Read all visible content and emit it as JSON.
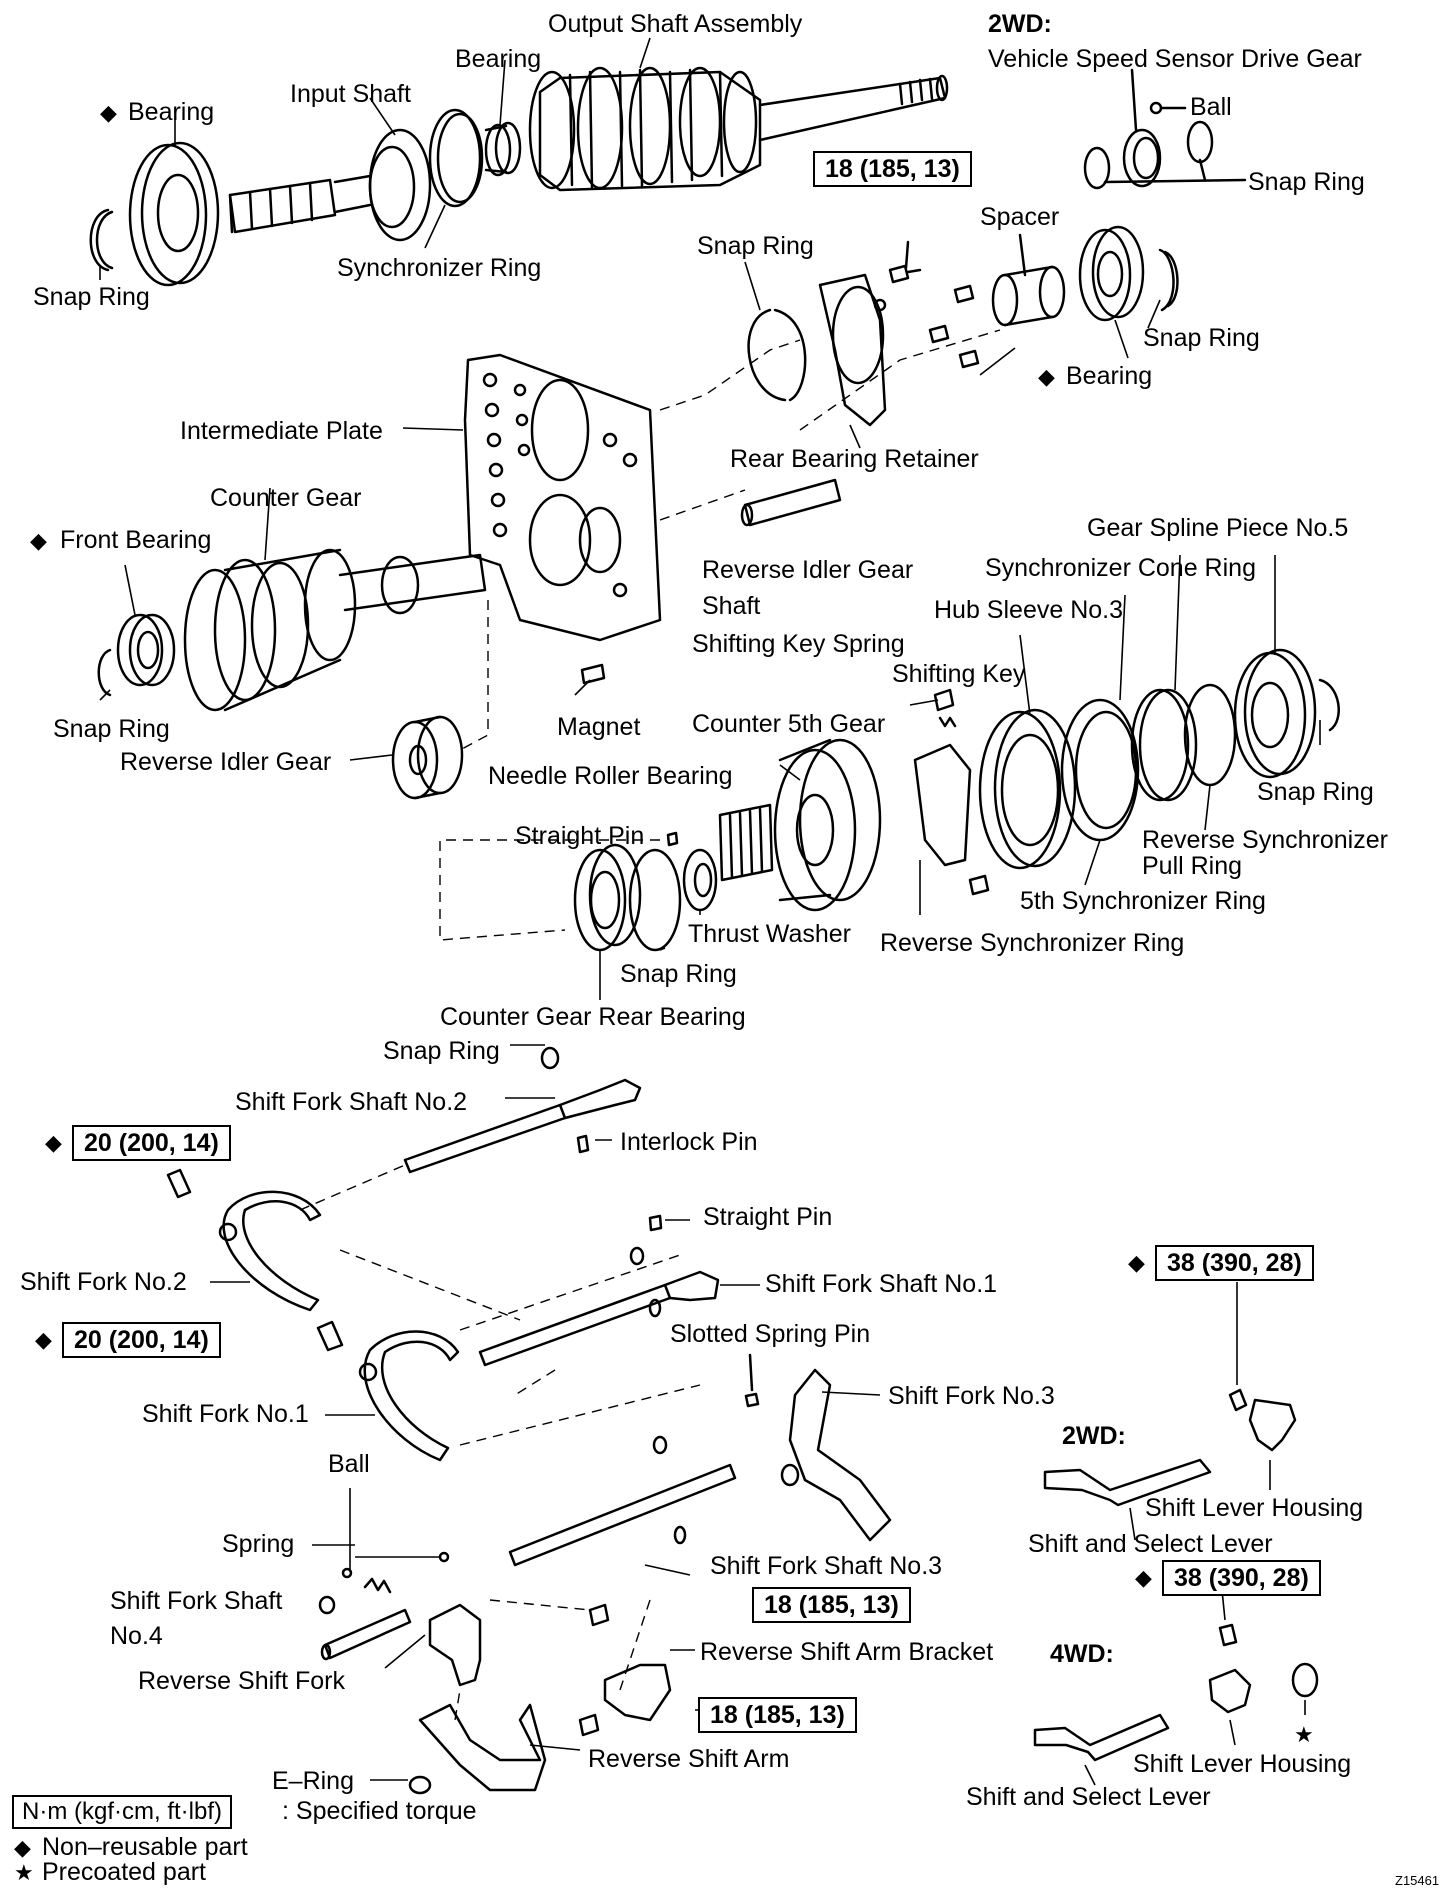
{
  "labels": {
    "output_shaft_assembly": "Output Shaft Assembly",
    "bearing_top": "Bearing",
    "bearing_front_marked": "Bearing",
    "input_shaft": "Input Shaft",
    "snap_ring_top_left": "Snap Ring",
    "synchronizer_ring": "Synchronizer Ring",
    "wd2_header": "2WD:",
    "vss_drive_gear": "Vehicle Speed Sensor Drive Gear",
    "ball_top": "Ball",
    "snap_ring_top_right": "Snap Ring",
    "spacer": "Spacer",
    "snap_ring_retainer": "Snap Ring",
    "snap_ring_right": "Snap Ring",
    "bearing_right_marked": "Bearing",
    "intermediate_plate": "Intermediate Plate",
    "rear_bearing_retainer": "Rear Bearing Retainer",
    "counter_gear": "Counter Gear",
    "front_bearing": "Front Bearing",
    "reverse_idler_gear_shaft_1": "Reverse Idler Gear",
    "reverse_idler_gear_shaft_2": "Shaft",
    "gear_spline_piece": "Gear Spline Piece No.5",
    "sync_cone_ring": "Synchronizer Cone Ring",
    "hub_sleeve": "Hub Sleeve No.3",
    "shifting_key_spring": "Shifting Key Spring",
    "shifting_key": "Shifting Key",
    "snap_ring_counter": "Snap Ring",
    "magnet": "Magnet",
    "counter_5th_gear": "Counter 5th Gear",
    "reverse_idler_gear": "Reverse Idler Gear",
    "needle_roller_bearing": "Needle Roller Bearing",
    "snap_ring_sync": "Snap Ring",
    "straight_pin_mid": "Straight Pin",
    "reverse_sync_pull_ring_1": "Reverse Synchronizer",
    "reverse_sync_pull_ring_2": "Pull Ring",
    "fifth_sync_ring": "5th Synchronizer Ring",
    "thrust_washer": "Thrust Washer",
    "reverse_sync_ring": "Reverse Synchronizer Ring",
    "snap_ring_rear": "Snap Ring",
    "counter_gear_rear_bearing": "Counter Gear Rear Bearing",
    "snap_ring_fork": "Snap Ring",
    "shift_fork_shaft_2": "Shift Fork Shaft No.2",
    "interlock_pin": "Interlock Pin",
    "straight_pin_low": "Straight Pin",
    "shift_fork_no2": "Shift Fork No.2",
    "shift_fork_shaft_1": "Shift Fork Shaft No.1",
    "slotted_spring_pin": "Slotted Spring Pin",
    "shift_fork_no1": "Shift Fork No.1",
    "shift_fork_no3": "Shift Fork No.3",
    "wd2_header_low": "2WD:",
    "ball_low": "Ball",
    "shift_lever_housing_2wd": "Shift Lever Housing",
    "spring": "Spring",
    "shift_select_lever_2wd": "Shift and Select Lever",
    "shift_fork_shaft_3": "Shift Fork Shaft No.3",
    "shift_fork_shaft_4_1": "Shift Fork Shaft",
    "shift_fork_shaft_4_2": "No.4",
    "reverse_shift_arm_bracket": "Reverse Shift Arm Bracket",
    "wd4_header": "4WD:",
    "reverse_shift_fork": "Reverse Shift Fork",
    "reverse_shift_arm": "Reverse Shift Arm",
    "shift_lever_housing_4wd": "Shift Lever Housing",
    "e_ring": "E–Ring",
    "shift_select_lever_4wd": "Shift and Select Lever"
  },
  "torques": {
    "t1": "18 (185, 13)",
    "t2": "20 (200, 14)",
    "t3": "20 (200, 14)",
    "t4": "38 (390, 28)",
    "t5": "38 (390, 28)",
    "t6": "18 (185, 13)",
    "t7": "18 (185, 13)"
  },
  "marks": {
    "diamond": "◆",
    "star": "★"
  },
  "legend": {
    "unit_box": "N·m (kgf·cm, ft·lbf)",
    "unit_desc": ": Specified torque",
    "non_reusable": "Non–reusable part",
    "precoated": "Precoated part"
  },
  "figure_id": "Z15461"
}
